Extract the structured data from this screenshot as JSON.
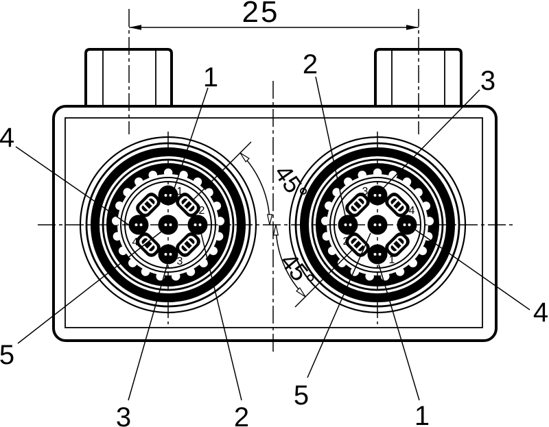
{
  "dimension": {
    "width_label": "25"
  },
  "angles": {
    "upper": "45°",
    "lower": "45°"
  },
  "callouts": {
    "1": "1",
    "2": "2",
    "3": "3",
    "4": "4",
    "5": "5"
  },
  "connectors": {
    "left": {
      "pins": {
        "n": "1",
        "e": "2",
        "s": "3",
        "w": "4"
      }
    },
    "right": {
      "pins": {
        "n": "3",
        "e": "4",
        "s": "1",
        "w": "2"
      }
    }
  },
  "colors": {
    "line": "#000000",
    "background": "#ffffff"
  }
}
